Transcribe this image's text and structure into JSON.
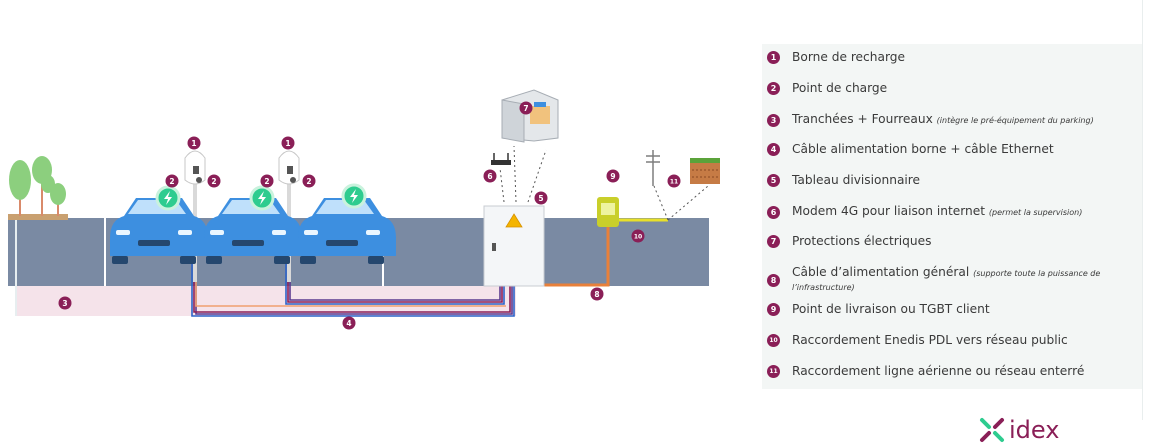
{
  "markers": {
    "m1": "1",
    "m2": "2",
    "m3": "3",
    "m4": "4",
    "m5": "5",
    "m6": "6",
    "m7": "7",
    "m8": "8",
    "m9": "9",
    "m10": "10",
    "m11": "11"
  },
  "legend": [
    {
      "num": "1",
      "text": "Borne de recharge",
      "note": ""
    },
    {
      "num": "2",
      "text": "Point de charge",
      "note": ""
    },
    {
      "num": "3",
      "text": "Tranchées + Fourreaux",
      "note": "(intègre le pré-équipement du parking)"
    },
    {
      "num": "4",
      "text": "Câble alimentation borne + câble Ethernet",
      "note": ""
    },
    {
      "num": "5",
      "text": "Tableau divisionnaire",
      "note": ""
    },
    {
      "num": "6",
      "text": "Modem 4G pour liaison internet",
      "note": "(permet la supervision)"
    },
    {
      "num": "7",
      "text": "Protections électriques",
      "note": ""
    },
    {
      "num": "8",
      "text": "Câble d’alimentation général",
      "note": "(supporte toute la puissance de l’infrastructure)"
    },
    {
      "num": "9",
      "text": "Point de livraison ou TGBT client",
      "note": ""
    },
    {
      "num": "10",
      "text": "Raccordement Enedis PDL vers réseau public",
      "note": ""
    },
    {
      "num": "11",
      "text": "Raccordement ligne aérienne ou réseau enterré",
      "note": ""
    }
  ],
  "logo": {
    "text": "idex"
  },
  "colors": {
    "accent": "#8a1f57",
    "ground": "#7a8aa3",
    "car": "#3d8fe0",
    "charge": "#2ecc8f",
    "trench": "#f5e3ea",
    "cable_orange": "#e8803a",
    "cable_yellow": "#e8e02a",
    "cable_purple": "#5b3b8f"
  }
}
